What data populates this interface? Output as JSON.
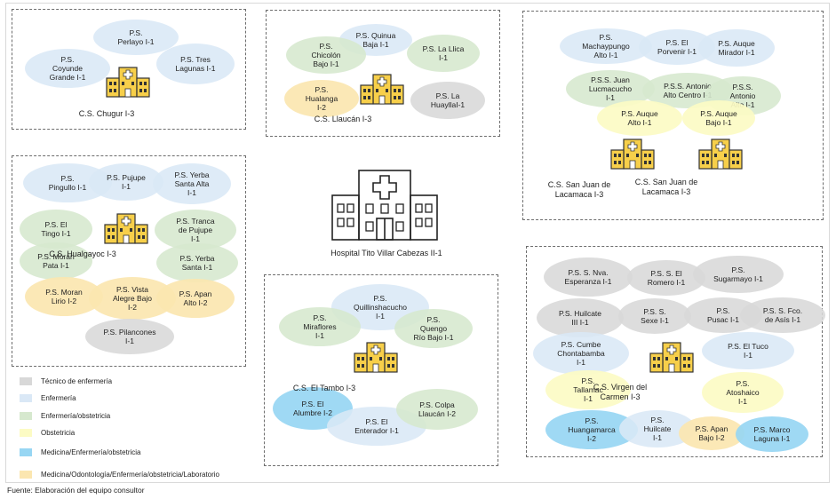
{
  "colors": {
    "tec": "#d8d8d8",
    "enf": "#dae8f6",
    "eob": "#d6e8ce",
    "obs": "#fcfbc4",
    "med": "#97d6f3",
    "all": "#fbe6b0",
    "icon_fill": "#f7cf4a",
    "icon_stroke": "#333333"
  },
  "hospital": {
    "label": "Hospital Tito Villar Cabezas II-1",
    "icon": "hospital-icon"
  },
  "centers": [
    {
      "label": "C.S. Chugur I-3",
      "icon": "health-center-icon"
    },
    {
      "label": "C.S. Llaucán I-3",
      "icon": "health-center-icon"
    },
    {
      "label": "C.S. San Juan de\nLacamaca I-3",
      "icon": "health-center-icon"
    },
    {
      "label": "C.S. San Juan de\nLacamaca I-3",
      "icon": "health-center-icon"
    },
    {
      "label": "C.S. Hualgayoc I-3",
      "icon": "health-center-icon"
    },
    {
      "label": "C.S. El Tambo I-3",
      "icon": "health-center-icon"
    },
    {
      "label": "C.S. Virgen del\nCarmen I-3",
      "icon": "health-center-icon"
    }
  ],
  "posts": [
    {
      "label": "P.S.\nPerlayo I-1",
      "type": "enf"
    },
    {
      "label": "P.S.\nCoyunde\nGrande I-1",
      "type": "enf"
    },
    {
      "label": "P.S. Tres\nLagunas I-1",
      "type": "enf"
    },
    {
      "label": "P.S. Quinua\nBaja I-1",
      "type": "enf"
    },
    {
      "label": "P.S.\nChicolón\nBajo I-1",
      "type": "eob"
    },
    {
      "label": "P.S. La Llica\nI-1",
      "type": "eob"
    },
    {
      "label": "P.S.\nHualanga\nI-2",
      "type": "all"
    },
    {
      "label": "P.S. La\nHuayllaI-1",
      "type": "tec"
    },
    {
      "label": "P.S.\nMachaypungo\nAlto I-1",
      "type": "enf"
    },
    {
      "label": "P.S. El\nPorvenir I-1",
      "type": "enf"
    },
    {
      "label": "P.S. Auque\nMirador I-1",
      "type": "enf"
    },
    {
      "label": "P.S.S. Juan\nLucmacucho\nI-1",
      "type": "eob"
    },
    {
      "label": "P.S.S. Antonio\nAlto Centro I-1",
      "type": "eob"
    },
    {
      "label": "P.S.S.\nAntonio\nAlto I-1",
      "type": "eob"
    },
    {
      "label": "P.S. Auque\nAlto I-1",
      "type": "obs"
    },
    {
      "label": "P.S. Auque\nBajo I-1",
      "type": "obs"
    },
    {
      "label": "P.S.\nPingullo I-1",
      "type": "enf"
    },
    {
      "label": "P.S. Pujupe\nI-1",
      "type": "enf"
    },
    {
      "label": "P.S. Yerba\nSanta Alta\nI-1",
      "type": "enf"
    },
    {
      "label": "P.S. El\nTingo I-1",
      "type": "eob"
    },
    {
      "label": "P.S. Tranca\nde Pujupe\nI-1",
      "type": "eob"
    },
    {
      "label": "P.S. Moran\nPata I-1",
      "type": "eob"
    },
    {
      "label": "P.S. Yerba\nSanta I-1",
      "type": "eob"
    },
    {
      "label": "P.S. Moran\nLirio I-2",
      "type": "all"
    },
    {
      "label": "P.S. Vista\nAlegre Bajo\nI-2",
      "type": "all"
    },
    {
      "label": "P.S. Apan\nAlto I-2",
      "type": "all"
    },
    {
      "label": "P.S. Pilancones\nI-1",
      "type": "tec"
    },
    {
      "label": "P.S.\nQuillinshacucho\nI-1",
      "type": "enf"
    },
    {
      "label": "P.S.\nMiraflores\nI-1",
      "type": "eob"
    },
    {
      "label": "P.S.\nQuengo\nRío Bajo I-1",
      "type": "eob"
    },
    {
      "label": "P.S. El\nAlumbre I-2",
      "type": "med"
    },
    {
      "label": "P.S. El\nEnterador I-1",
      "type": "enf"
    },
    {
      "label": "P.S. Colpa\nLlaucán I-2",
      "type": "eob"
    },
    {
      "label": "P.S. S. Nva.\nEsperanza I-1",
      "type": "tec"
    },
    {
      "label": "P.S. S. El\nRomero I-1",
      "type": "tec"
    },
    {
      "label": "P.S.\nSugarmayo I-1",
      "type": "tec"
    },
    {
      "label": "P.S. Huilcate\nIII I-1",
      "type": "tec"
    },
    {
      "label": "P.S. S.\nSexe I-1",
      "type": "tec"
    },
    {
      "label": "P.S.\nPusac I-1",
      "type": "tec"
    },
    {
      "label": "P.S. S. Fco.\nde Asís I-1",
      "type": "tec"
    },
    {
      "label": "P.S. Cumbe\nChontabamba\nI-1",
      "type": "enf"
    },
    {
      "label": "P.S. El Tuco\nI-1",
      "type": "enf"
    },
    {
      "label": "P.S.\nTallamac\nI-1",
      "type": "obs"
    },
    {
      "label": "P.S.\nAtoshaico\nI-1",
      "type": "obs"
    },
    {
      "label": "P.S.\nHuangamarca\nI-2",
      "type": "med"
    },
    {
      "label": "P.S.\nHuilcate\nI-1",
      "type": "enf"
    },
    {
      "label": "P.S. Apan\nBajo I-2",
      "type": "all"
    },
    {
      "label": "P.S. Marco\nLaguna I-1",
      "type": "med"
    }
  ],
  "legend": [
    {
      "label": "Técnico de enfermería",
      "type": "tec"
    },
    {
      "label": "Enfermería",
      "type": "enf"
    },
    {
      "label": "Enfermería/obstetricia",
      "type": "eob"
    },
    {
      "label": "Obstetricia",
      "type": "obs"
    },
    {
      "label": "Medicina/Enfermería/obstetricia",
      "type": "med"
    },
    {
      "label": "Medicina/Odontología/Enfermería/obstetricia/Laboratorio",
      "type": "all"
    }
  ],
  "source": "Fuente: Elaboración del equipo consultor"
}
